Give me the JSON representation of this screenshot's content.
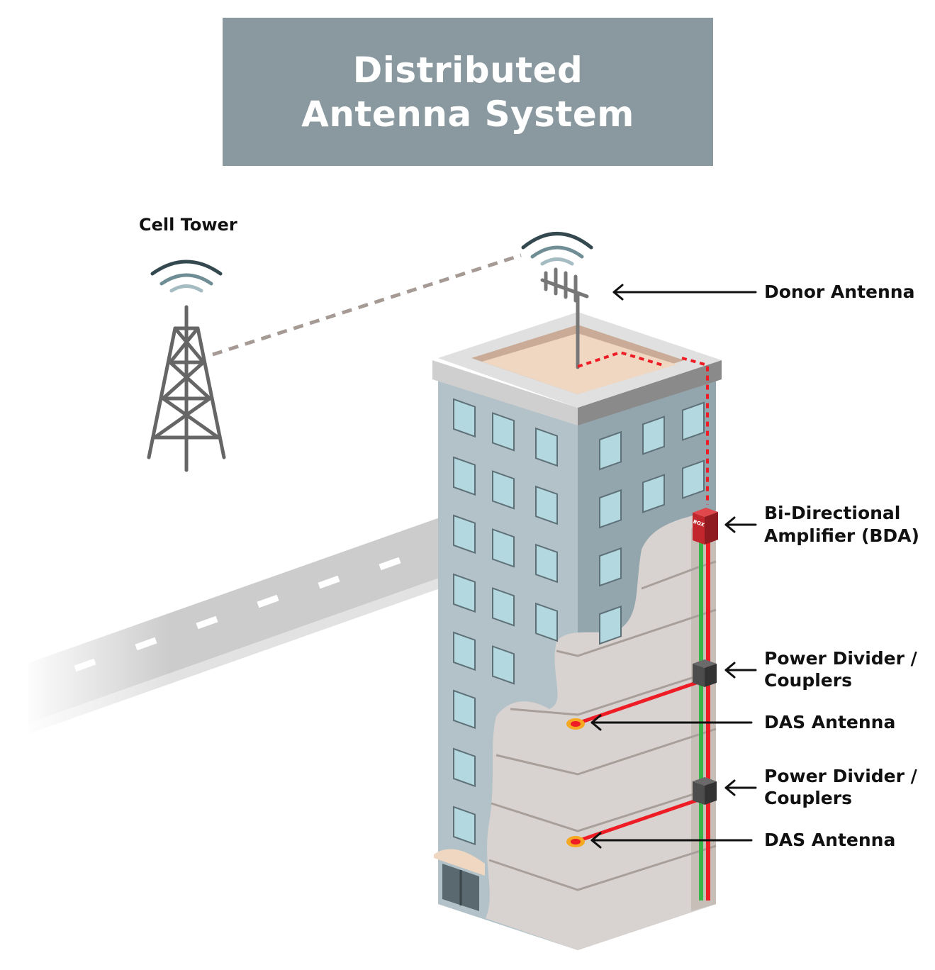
{
  "title": {
    "line1": "Distributed",
    "line2": "Antenna System"
  },
  "labels": {
    "cell_tower": "Cell Tower",
    "donor_antenna": "Donor Antenna",
    "bda_line1": "Bi-Directional",
    "bda_line2": "Amplifier (BDA)",
    "power_divider_1_line1": "Power Divider /",
    "power_divider_1_line2": "Couplers",
    "das_antenna_1": "DAS Antenna",
    "power_divider_2_line1": "Power Divider /",
    "power_divider_2_line2": "Couplers",
    "das_antenna_2": "DAS Antenna",
    "bda_box_text": "BOX"
  },
  "colors": {
    "title_bg": "#8a999f",
    "building_front": "#b3c2c8",
    "building_side": "#93a5ad",
    "window": "#b3d8e0",
    "interior": "#d8d3d0",
    "roof": "#f0d7c1",
    "cable_red": "#ee1c25",
    "cable_green": "#39b54a",
    "bda_red": "#c1272d",
    "coupler": "#4d4d4d"
  }
}
